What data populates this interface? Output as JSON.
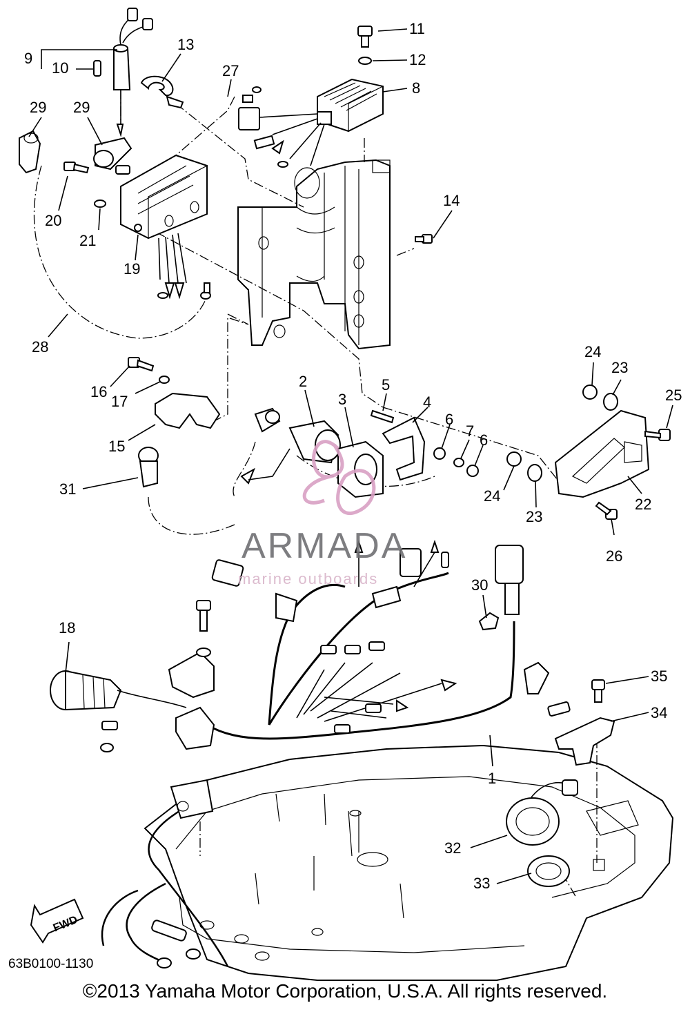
{
  "callouts": {
    "c1": "1",
    "c2": "2",
    "c3": "3",
    "c4": "4",
    "c5": "5",
    "c6a": "6",
    "c6b": "6",
    "c7": "7",
    "c8": "8",
    "c9": "9",
    "c10": "10",
    "c11": "11",
    "c12": "12",
    "c13": "13",
    "c14": "14",
    "c15": "15",
    "c16": "16",
    "c17": "17",
    "c18": "18",
    "c19": "19",
    "c20": "20",
    "c21": "21",
    "c22": "22",
    "c23a": "23",
    "c23b": "23",
    "c24a": "24",
    "c24b": "24",
    "c25": "25",
    "c26": "26",
    "c27": "27",
    "c28": "28",
    "c29a": "29",
    "c29b": "29",
    "c30": "30",
    "c31": "31",
    "c32": "32",
    "c33": "33",
    "c34": "34",
    "c35": "35"
  },
  "fwd_label": "FWD",
  "watermark": {
    "name": "ARMADA",
    "tagline": "marine outboards",
    "accent_color": "#d9a0c4"
  },
  "diagram_code": "63B0100-1130",
  "copyright": "©2013 Yamaha Motor Corporation, U.S.A. All rights reserved."
}
